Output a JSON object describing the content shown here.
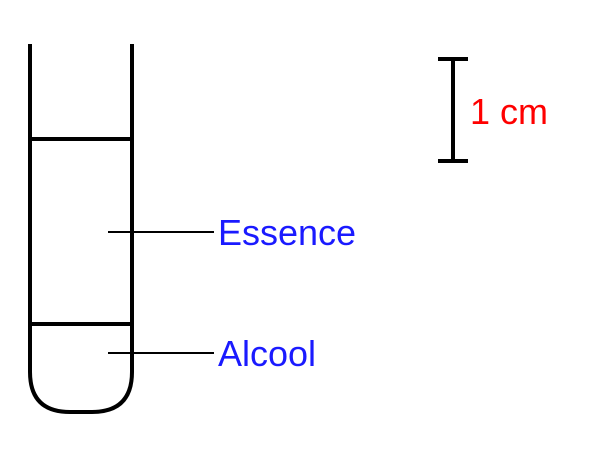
{
  "labels": {
    "essence": "Essence",
    "alcool": "Alcool"
  },
  "scale_bar": {
    "text": "1 cm"
  },
  "colors": {
    "label": "#1a1aff",
    "scale_text": "#ff0000",
    "stroke": "#000000"
  }
}
